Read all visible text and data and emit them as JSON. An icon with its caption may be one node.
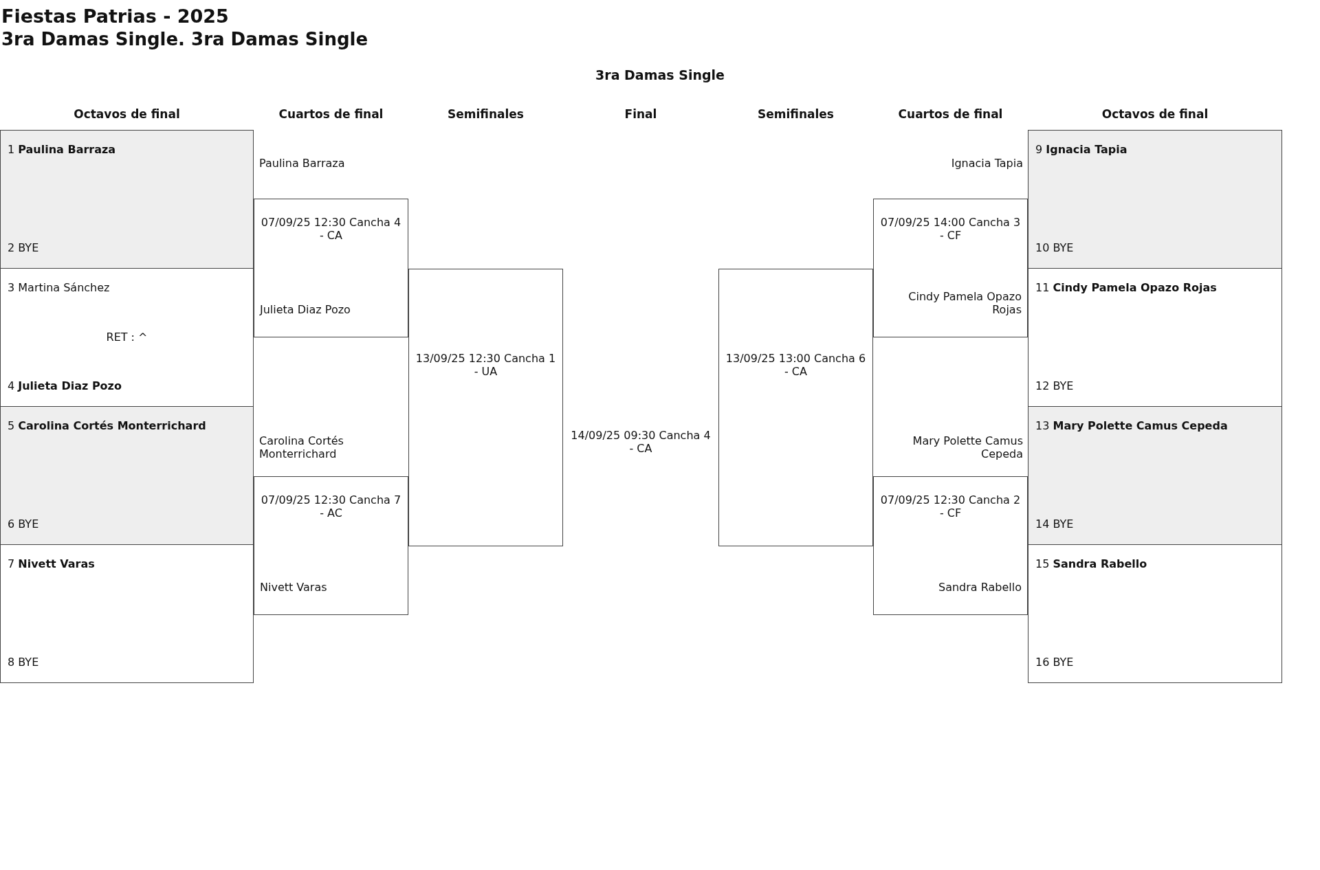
{
  "diagram": {
    "title": "Fiestas Patrias - 2025",
    "nodes": [
      {
        "text": [
          "1 **Paulina Barraza**",
          "2 BYE"
        ]
      },
      {
        "text": [
          "3 Martina Sánchez",
          "RET : ^",
          "4 **Julieta Diaz Pozo**"
        ]
      },
      {
        "text": [
          "5 **Carolina Cortés Monterrichard**",
          "6 BYE"
        ]
      },
      {
        "text": [
          "7 **Nivett Varas**",
          "8 BYE"
        ]
      },
      {
        "text": [
          "07/09/25 12:30 Cancha 4 - CA",
          "Julieta Diaz Pozo"
        ]
      },
      {
        "text": [
          "07/09/25 12:30 Cancha 7 - AC",
          "Nivett Varas"
        ]
      },
      {
        "text": [
          "13/09/25 12:30 Cancha 1 - UA"
        ]
      },
      {
        "text": [
          "14/09/25 09:30 Cancha 4 - CA"
        ]
      },
      {
        "text": [
          "13/09/25 13:00 Cancha 6 - CA"
        ]
      },
      {
        "text": [
          "07/09/25 14:00 Cancha 3 - CF",
          "Cindy Pamela Opazo Rojas"
        ]
      },
      {
        "text": [
          "07/09/25 12:30 Cancha 2 - CF",
          "Sandra Rabello"
        ]
      },
      {
        "text": [
          "9 **Ignacia Tapia**",
          "10 BYE"
        ]
      },
      {
        "text": [
          "11 **Cindy Pamela Opazo Rojas**",
          "12 BYE"
        ]
      },
      {
        "text": [
          "13 **Mary Polette Camus Cepeda**",
          "14 BYE"
        ]
      },
      {
        "text": [
          "15 **Sandra Rabello**",
          "16 BYE"
        ]
      }
    ],
    "labels": [
      "3ra Damas Single. 3ra Damas Single",
      "3ra Damas Single",
      "Octavos de final",
      "Cuartos de final",
      "Semifinales",
      "Final",
      "Semifinales",
      "Cuartos de final",
      "Octavos de final",
      "Paulina Barraza",
      "Ignacia Tapia",
      "Carolina Cortés Monterrichard",
      "Mary Polette Camus Cepeda"
    ]
  }
}
